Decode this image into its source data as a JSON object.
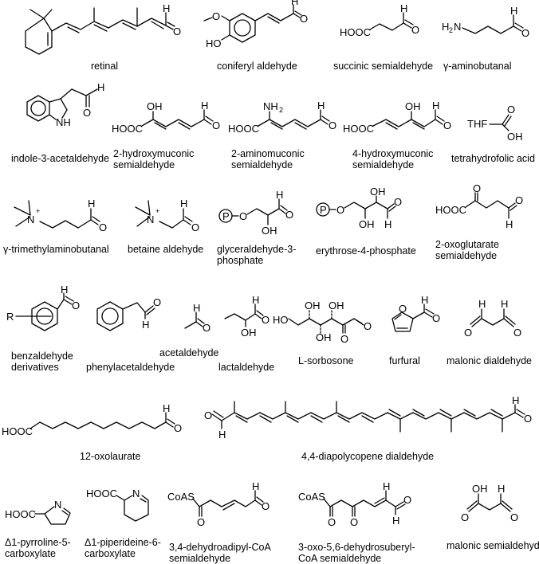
{
  "figure": {
    "compounds": [
      {
        "id": "retinal",
        "name": "retinal",
        "row": 1
      },
      {
        "id": "coniferyl-aldehyde",
        "name": "coniferyl aldehyde",
        "row": 1
      },
      {
        "id": "succinic-semialdehyde",
        "name": "succinic semialdehyde",
        "row": 1
      },
      {
        "id": "gamma-aminobutanal",
        "name": "γ-aminobutanal",
        "row": 1
      },
      {
        "id": "indole-3-acetaldehyde",
        "name": "indole-3-acetaldehyde",
        "row": 2
      },
      {
        "id": "2-hydroxymuconic-semialdehyde",
        "name_lines": [
          "2-hydroxymuconic",
          "semialdehyde"
        ],
        "row": 2
      },
      {
        "id": "2-aminomuconic-semialdehyde",
        "name_lines": [
          "2-aminomuconic",
          "semialdehyde"
        ],
        "row": 2
      },
      {
        "id": "4-hydroxymuconic-semialdehyde",
        "name_lines": [
          "4-hydroxymuconic",
          "semialdehyde"
        ],
        "row": 2
      },
      {
        "id": "tetrahydrofolic-acid",
        "name": "tetrahydrofolic acid",
        "row": 2
      },
      {
        "id": "gamma-trimethylaminobutanal",
        "name": "γ-trimethylaminobutanal",
        "row": 3
      },
      {
        "id": "betaine-aldehyde",
        "name": "betaine aldehyde",
        "row": 3
      },
      {
        "id": "glyceraldehyde-3-phosphate",
        "name_lines": [
          "glyceraldehyde-3-",
          "phosphate"
        ],
        "row": 3
      },
      {
        "id": "erythrose-4-phosphate",
        "name": "erythrose-4-phosphate",
        "row": 3
      },
      {
        "id": "2-oxoglutarate-semialdehyde",
        "name_lines": [
          "2-oxoglutarate",
          "semialdehyde"
        ],
        "row": 3
      },
      {
        "id": "benzaldehyde-derivatives",
        "name_lines": [
          "benzaldehyde",
          "derivatives"
        ],
        "row": 4
      },
      {
        "id": "phenylacetaldehyde",
        "name": "phenylacetaldehyde",
        "row": 4
      },
      {
        "id": "acetaldehyde",
        "name": "acetaldehyde",
        "row": 4
      },
      {
        "id": "lactaldehyde",
        "name": "lactaldehyde",
        "row": 4
      },
      {
        "id": "l-sorbosone",
        "name": "L-sorbosone",
        "row": 4
      },
      {
        "id": "furfural",
        "name": "furfural",
        "row": 4
      },
      {
        "id": "malonic-dialdehyde",
        "name": "malonic dialdehyde",
        "row": 4
      },
      {
        "id": "12-oxolaurate",
        "name": "12-oxolaurate",
        "row": 5
      },
      {
        "id": "4-4-diapolycopene-dialdehyde",
        "name": "4,4-diapolycopene dialdehyde",
        "row": 5
      },
      {
        "id": "delta1-pyrroline-5-carboxylate",
        "name_lines": [
          "Δ1-pyrroline-5-",
          "carboxylate"
        ],
        "row": 6
      },
      {
        "id": "delta1-piperideine-6-carboxylate",
        "name_lines": [
          "Δ1-piperideine-6-",
          "carboxylate"
        ],
        "row": 6
      },
      {
        "id": "3-4-dehydroadipyl-coa-semialdehyde",
        "name_lines": [
          "3,4-dehydroadipyl-CoA",
          "semialdehyde"
        ],
        "row": 6
      },
      {
        "id": "3-oxo-5-6-dehydrosuberyl-coa-semialdehyde",
        "name_lines": [
          "3-oxo-5,6-dehydrosuberyl-",
          "CoA semialdehyde"
        ],
        "row": 6
      },
      {
        "id": "malonic-semialdehyde",
        "name": "malonic semialdehyde",
        "row": 6
      }
    ]
  },
  "atoms": {
    "H": "H",
    "O": "O",
    "OH": "OH",
    "HO": "HO",
    "N": "N",
    "NH": "NH",
    "R": "R",
    "P": "P",
    "HOOC": "HOOC",
    "H2N_H": "H",
    "H2N_2": "2",
    "H2N_N": "N",
    "NH2_N": "NH",
    "NH2_2": "2",
    "THF": "THF",
    "CoAS": "CoAS",
    "plus": "+"
  }
}
